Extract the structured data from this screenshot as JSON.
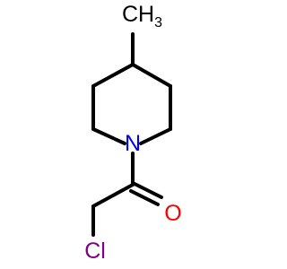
{
  "molecule": {
    "labels": {
      "methyl": "CH",
      "methyl_subscript": "3",
      "nitrogen": "N",
      "oxygen": "O",
      "chlorine": "Cl"
    },
    "colors": {
      "bond": "#000000",
      "carbon": "#000000",
      "nitrogen": "#0000ff",
      "oxygen": "#ff0000",
      "chlorine": "#800080"
    }
  }
}
